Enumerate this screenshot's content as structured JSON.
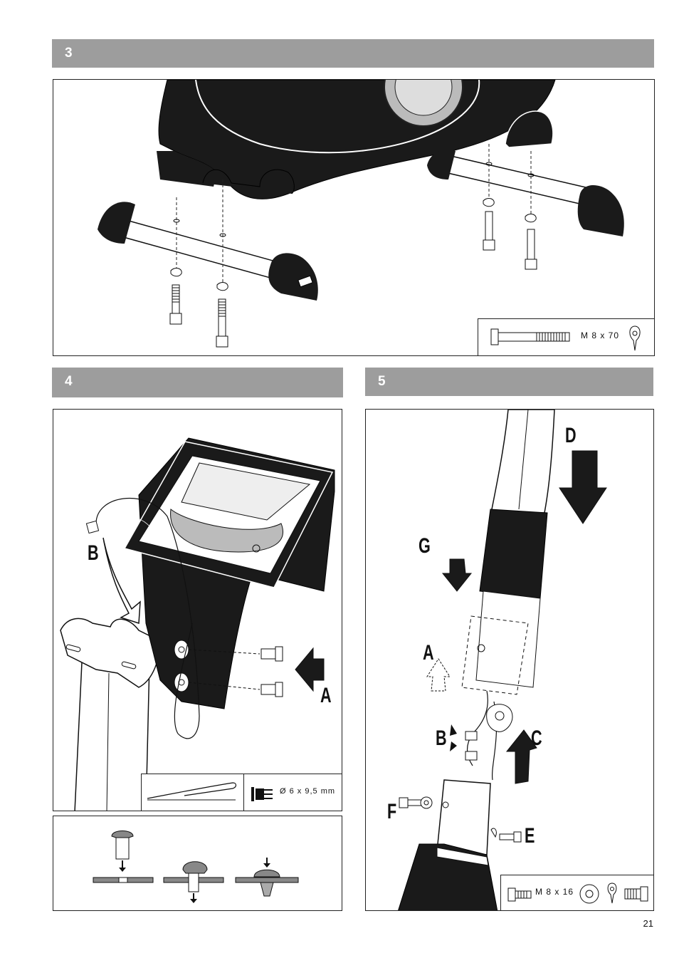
{
  "steps": {
    "s3": {
      "number": "3"
    },
    "s4": {
      "number": "4"
    },
    "s5": {
      "number": "5"
    }
  },
  "legend3": {
    "bolt_label": "M 8 x 70"
  },
  "legend4": {
    "rivet_label": "Ø 6 x 9,5 mm"
  },
  "legend5": {
    "bolt_label": "M 8 x 16"
  },
  "callouts4": {
    "a": "A",
    "b": "B"
  },
  "callouts5": {
    "a": "A",
    "b": "B",
    "c": "C",
    "d": "D",
    "e": "E",
    "f": "F",
    "g": "G"
  },
  "page": {
    "number": "21"
  }
}
